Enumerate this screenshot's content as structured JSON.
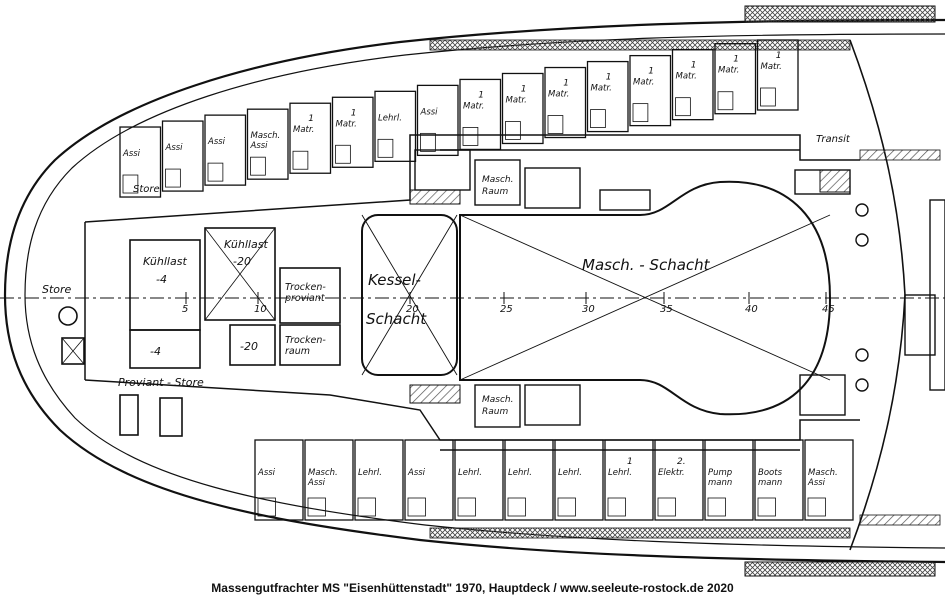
{
  "caption": "Massengutfrachter MS \"Eisenhüttenstadt\" 1970, Hauptdeck / www.seeleute-rostock.de 2020",
  "colors": {
    "ink": "#1a1a1a",
    "paper": "#ffffff",
    "hatch": "#8a8a8a"
  },
  "rooms": {
    "store_aft": "Store",
    "store_upper": "Store",
    "kuehllast_a": "Kühllast",
    "kuehllast_a_temp": "-4",
    "kuehllast_b": "Kühllast",
    "kuehllast_b_temp": "-20",
    "small_a_temp": "-4",
    "small_b_temp": "-20",
    "trockenproviant": "Trocken-\nproviant",
    "trockenraum": "Trocken-\nraum",
    "proviant_store": "Proviant - Store",
    "kessel_schacht_1": "Kessel-",
    "kessel_schacht_2": "Schacht",
    "masch_schacht": "Masch. - Schacht",
    "masch_raum_top_1": "Masch.",
    "masch_raum_top_2": "Raum",
    "masch_raum_bot_1": "Masch.",
    "masch_raum_bot_2": "Raum",
    "transit": "Transit"
  },
  "frames": [
    "5",
    "10",
    "20",
    "25",
    "30",
    "35",
    "40",
    "45"
  ],
  "cabins_top": [
    {
      "n": "",
      "t": "Assi"
    },
    {
      "n": "",
      "t": "Assi"
    },
    {
      "n": "",
      "t": "Assi"
    },
    {
      "n": "",
      "t": "Masch. Assi"
    },
    {
      "n": "1",
      "t": "Matr."
    },
    {
      "n": "1",
      "t": "Matr."
    },
    {
      "n": "",
      "t": "Lehrl."
    },
    {
      "n": "",
      "t": "Assi"
    },
    {
      "n": "1",
      "t": "Matr."
    },
    {
      "n": "1",
      "t": "Matr."
    },
    {
      "n": "1",
      "t": "Matr."
    },
    {
      "n": "1",
      "t": "Matr."
    },
    {
      "n": "1",
      "t": "Matr."
    },
    {
      "n": "1",
      "t": "Matr."
    },
    {
      "n": "1",
      "t": "Matr."
    },
    {
      "n": "1",
      "t": "Matr."
    }
  ],
  "cabins_bottom": [
    {
      "n": "",
      "t": "Assi"
    },
    {
      "n": "",
      "t": "Masch. Assi"
    },
    {
      "n": "",
      "t": "Lehrl."
    },
    {
      "n": "",
      "t": "Assi"
    },
    {
      "n": "",
      "t": "Lehrl."
    },
    {
      "n": "",
      "t": "Lehrl."
    },
    {
      "n": "",
      "t": "Lehrl."
    },
    {
      "n": "1",
      "t": "Lehrl."
    },
    {
      "n": "2.",
      "t": "Elektr."
    },
    {
      "n": "",
      "t": "Pump mann"
    },
    {
      "n": "",
      "t": "Boots mann"
    },
    {
      "n": "",
      "t": "Masch. Assi"
    }
  ]
}
